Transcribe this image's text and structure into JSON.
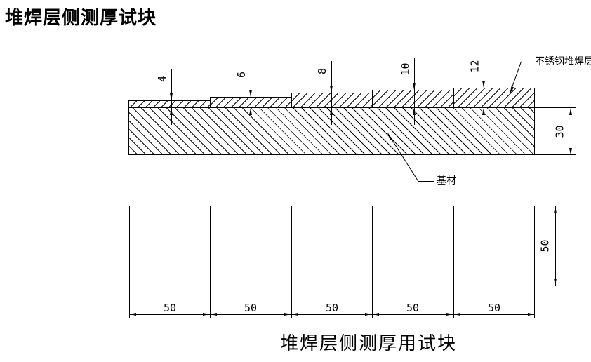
{
  "title": "堆焊层侧测厚试块",
  "caption": "堆焊层侧测厚用试块",
  "colors": {
    "line": "#000000",
    "background": "#ffffff"
  },
  "section_view": {
    "overlay_label": "不锈钢堆焊层",
    "base_label": "基材",
    "base_thickness": "30",
    "step_thicknesses": [
      "4",
      "6",
      "8",
      "10",
      "12"
    ]
  },
  "plan_view": {
    "column_widths": [
      "50",
      "50",
      "50",
      "50",
      "50"
    ],
    "row_height": "50"
  }
}
